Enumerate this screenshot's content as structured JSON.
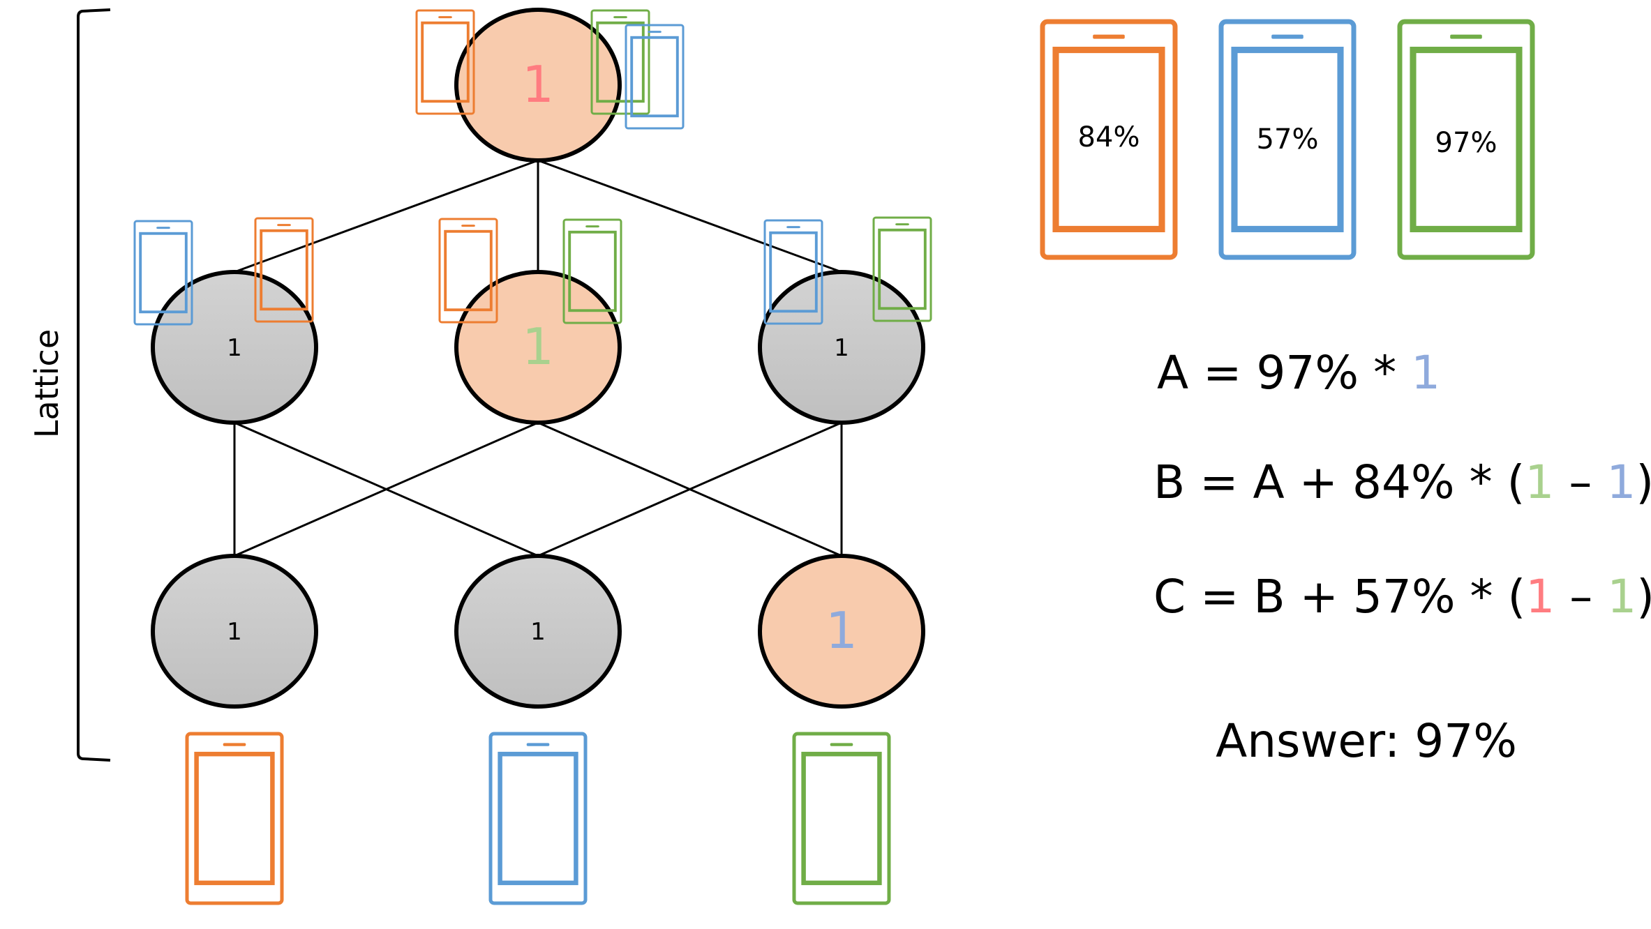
{
  "bracket_label": "Lattice",
  "colors": {
    "orange": "#ED7D31",
    "blue": "#5B9BD5",
    "green": "#70AD47",
    "node_highlight_fill": "#F8CBAD",
    "node_default_fill": "#C9C9C9",
    "num_red": "#FF7C80",
    "num_blue": "#8FAADC",
    "num_green": "#A9D18E",
    "num_black": "#000000"
  },
  "devices": [
    {
      "name": "orange",
      "color": "#ED7D31",
      "accuracy": "84%"
    },
    {
      "name": "blue",
      "color": "#5B9BD5",
      "accuracy": "57%"
    },
    {
      "name": "green",
      "color": "#70AD47",
      "accuracy": "97%"
    }
  ],
  "nodes": [
    {
      "id": "top",
      "label": "1",
      "highlight": true,
      "label_color": "#FF7C80",
      "devices": [
        "orange",
        "green",
        "blue"
      ]
    },
    {
      "id": "mid-left",
      "label": "1",
      "highlight": false,
      "label_color": "#000000",
      "devices": [
        "blue",
        "orange"
      ]
    },
    {
      "id": "mid-center",
      "label": "1",
      "highlight": true,
      "label_color": "#A9D18E",
      "devices": [
        "orange",
        "green"
      ]
    },
    {
      "id": "mid-right",
      "label": "1",
      "highlight": false,
      "label_color": "#000000",
      "devices": [
        "blue",
        "green"
      ]
    },
    {
      "id": "bot-left",
      "label": "1",
      "highlight": false,
      "label_color": "#000000",
      "devices": []
    },
    {
      "id": "bot-center",
      "label": "1",
      "highlight": false,
      "label_color": "#000000",
      "devices": []
    },
    {
      "id": "bot-right",
      "label": "1",
      "highlight": true,
      "label_color": "#8FAADC",
      "devices": []
    }
  ],
  "edges": [
    [
      "top",
      "mid-left"
    ],
    [
      "top",
      "mid-center"
    ],
    [
      "top",
      "mid-right"
    ],
    [
      "mid-left",
      "bot-left"
    ],
    [
      "mid-left",
      "bot-center"
    ],
    [
      "mid-center",
      "bot-left"
    ],
    [
      "mid-center",
      "bot-right"
    ],
    [
      "mid-right",
      "bot-center"
    ],
    [
      "mid-right",
      "bot-right"
    ]
  ],
  "bottom_devices": [
    "orange",
    "blue",
    "green"
  ],
  "formulas": [
    {
      "parts": [
        {
          "t": "A = 97% * ",
          "c": "#000000"
        },
        {
          "t": "1",
          "c": "#8FAADC"
        }
      ]
    },
    {
      "parts": [
        {
          "t": "B = A + 84% * (",
          "c": "#000000"
        },
        {
          "t": "1",
          "c": "#A9D18E"
        },
        {
          "t": " – ",
          "c": "#000000"
        },
        {
          "t": "1",
          "c": "#8FAADC"
        },
        {
          "t": ")",
          "c": "#000000"
        }
      ]
    },
    {
      "parts": [
        {
          "t": "C = B + 57% * (",
          "c": "#000000"
        },
        {
          "t": "1",
          "c": "#FF7C80"
        },
        {
          "t": " – ",
          "c": "#000000"
        },
        {
          "t": "1",
          "c": "#A9D18E"
        },
        {
          "t": ")",
          "c": "#000000"
        }
      ]
    }
  ],
  "answer": "Answer: 97%"
}
